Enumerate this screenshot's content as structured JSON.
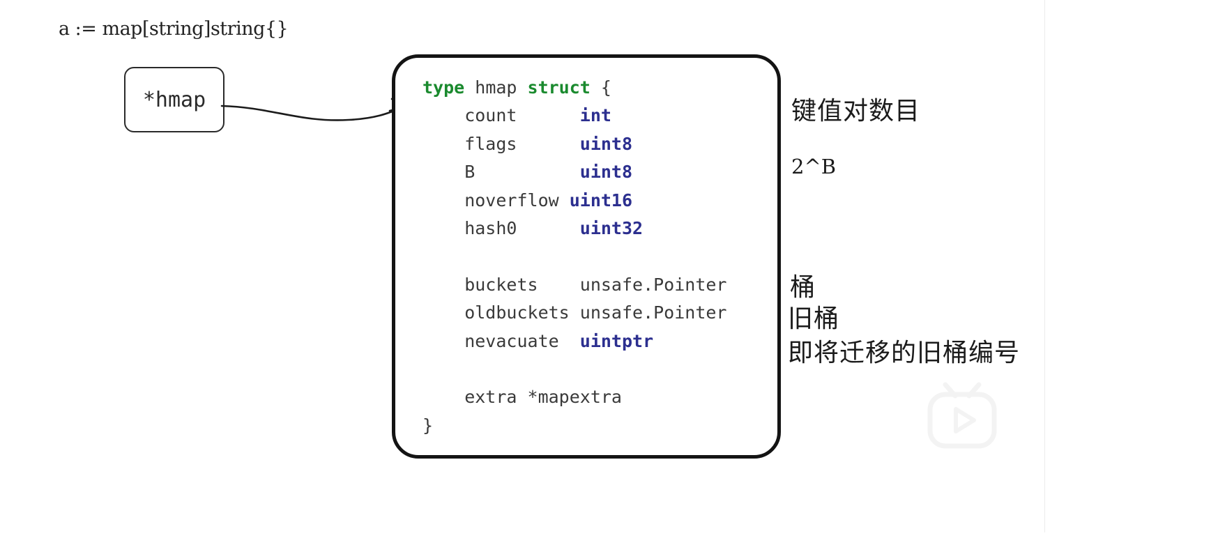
{
  "page": {
    "title": "Go hmap struct diagram",
    "background": "#ffffff"
  },
  "declaration": {
    "text": "a := map[string]string{}"
  },
  "pointer_box": {
    "label": "*hmap"
  },
  "arrow": {
    "name": "curved-arrow-pointer-to-struct"
  },
  "struct_card": {
    "language": "go",
    "lines": [
      {
        "id": "l1",
        "segments": [
          {
            "t": "type",
            "k": "kw"
          },
          {
            "t": " hmap ",
            "k": "name"
          },
          {
            "t": "struct",
            "k": "kw"
          },
          {
            "t": " {",
            "k": "plain"
          }
        ]
      },
      {
        "id": "l2",
        "segments": [
          {
            "t": "    count      ",
            "k": "name"
          },
          {
            "t": "int",
            "k": "typ"
          }
        ]
      },
      {
        "id": "l3",
        "segments": [
          {
            "t": "    flags      ",
            "k": "name"
          },
          {
            "t": "uint8",
            "k": "typ"
          }
        ]
      },
      {
        "id": "l4",
        "segments": [
          {
            "t": "    B          ",
            "k": "name"
          },
          {
            "t": "uint8",
            "k": "typ"
          }
        ]
      },
      {
        "id": "l5",
        "segments": [
          {
            "t": "    noverflow ",
            "k": "name"
          },
          {
            "t": "uint16",
            "k": "typ"
          }
        ]
      },
      {
        "id": "l6",
        "segments": [
          {
            "t": "    hash0      ",
            "k": "name"
          },
          {
            "t": "uint32",
            "k": "typ"
          }
        ]
      },
      {
        "id": "l7",
        "segments": []
      },
      {
        "id": "l8",
        "segments": [
          {
            "t": "    buckets    unsafe.Pointer",
            "k": "name"
          }
        ]
      },
      {
        "id": "l9",
        "segments": [
          {
            "t": "    oldbuckets unsafe.Pointer",
            "k": "name"
          }
        ]
      },
      {
        "id": "l10",
        "segments": [
          {
            "t": "    nevacuate  ",
            "k": "name"
          },
          {
            "t": "uintptr",
            "k": "typ"
          }
        ]
      },
      {
        "id": "l11",
        "segments": []
      },
      {
        "id": "l12",
        "segments": [
          {
            "t": "    extra *mapextra",
            "k": "name"
          }
        ]
      },
      {
        "id": "l13",
        "segments": [
          {
            "t": "}",
            "k": "plain"
          }
        ]
      }
    ]
  },
  "annotations": [
    {
      "id": "annot-count",
      "text": "键值对数目",
      "field": "count",
      "lang": "cn"
    },
    {
      "id": "annot-b",
      "text": "2^B",
      "field": "B",
      "lang": "en"
    },
    {
      "id": "annot-bucket",
      "text": "桶",
      "field": "buckets",
      "lang": "cn"
    },
    {
      "id": "annot-old",
      "text": "旧桶",
      "field": "oldbuckets",
      "lang": "cn"
    },
    {
      "id": "annot-evac",
      "text": "即将迁移的旧桶编号",
      "field": "nevacuate",
      "lang": "cn"
    }
  ],
  "watermark": {
    "name": "bilibili-play-logo-watermark"
  },
  "colors": {
    "keyword_green": "#1a8a2e",
    "type_blue": "#2c2f8f",
    "ink": "#2a2a2a",
    "card_border": "#141414",
    "rail_panel": "#f1f2f3",
    "chip_orange": "#f7a93c",
    "chip_dark": "#2b1418"
  }
}
